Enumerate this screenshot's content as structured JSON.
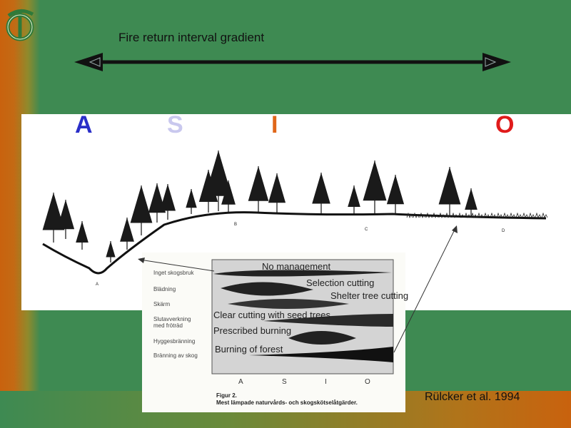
{
  "title": "Fire return interval gradient",
  "zone_letters": [
    {
      "text": "A",
      "color": "#2a2ec8"
    },
    {
      "text": "S",
      "color": "#c9c8ee"
    },
    {
      "text": "I",
      "color": "#e0671a"
    },
    {
      "text": "O",
      "color": "#e01b1b"
    }
  ],
  "figure": {
    "swedish_labels": [
      "Inget skogsbruk",
      "Blädning",
      "Skärm",
      "Slutavverkning med fröträd",
      "Hyggesbränning",
      "Bränning av skog"
    ],
    "axis_letters": [
      "A",
      "S",
      "I",
      "O"
    ],
    "caption_line1": "Figur 2.",
    "caption_line2": "Mest lämpade naturvårds- och skogskötselåtgärder.",
    "english_labels": [
      "No management",
      "Selection cutting",
      "Shelter tree cutting",
      "Clear cutting with seed trees",
      "Prescribed burning",
      "Burning of forest"
    ]
  },
  "landscape_points": [
    "A",
    "B",
    "C",
    "D"
  ],
  "citation": "Rülcker et al. 1994",
  "colors": {
    "background": "#3e8a52",
    "orange": "#c9620e",
    "arrow": "#111111"
  }
}
